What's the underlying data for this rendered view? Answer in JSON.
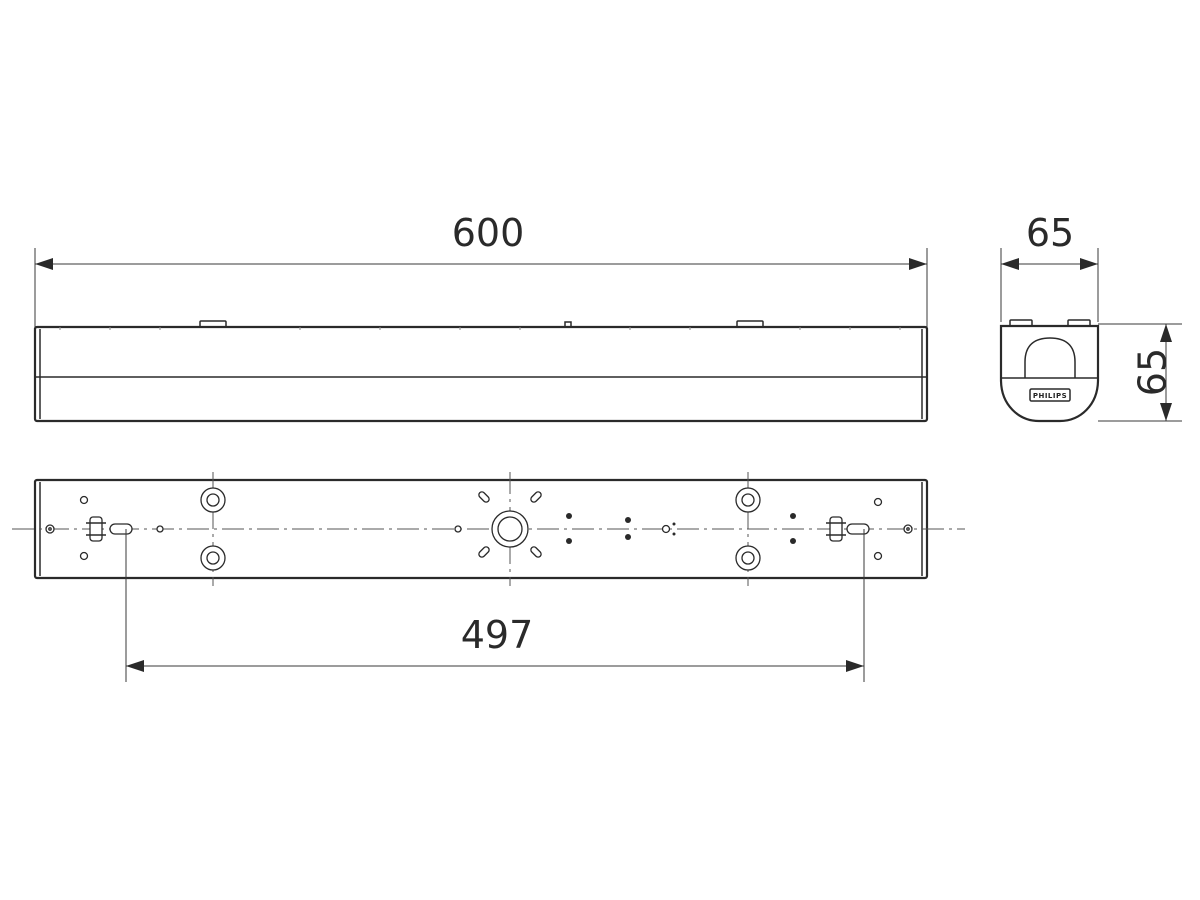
{
  "dimensions": {
    "length": "600",
    "side_width": "65",
    "side_height": "65",
    "mounting_distance": "497"
  },
  "logo": {
    "text": "PHILIPS"
  },
  "colors": {
    "line": "#2a2a2a",
    "background": "#ffffff"
  }
}
